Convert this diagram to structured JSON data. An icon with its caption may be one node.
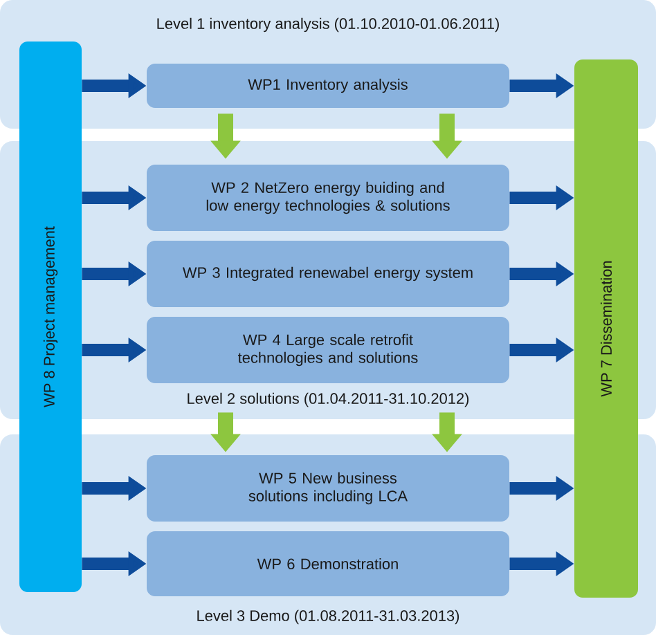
{
  "diagram": {
    "nodes": [
      {
        "text": [
          "Level 1 inventory analysis (01.10.2010-01.06.2011)"
        ]
      },
      {
        "text": [
          "Level 2 solutions (01.04.2011-31.10.2012)"
        ]
      },
      {
        "text": [
          "Level 3 Demo (01.08.2011-31.03.2013)"
        ]
      },
      {
        "text": [
          "WP 8 Project management"
        ]
      },
      {
        "text": [
          "WP 7 Dissemination"
        ]
      },
      {
        "text": [
          "WP1 Inventory analysis"
        ],
        "in": 0
      },
      {
        "text": [
          "WP 2 NetZero energy buiding and low energy technologies & solutions"
        ],
        "in": 1
      },
      {
        "text": [
          "WP 3 Integrated renewabel energy system"
        ],
        "in": 1
      },
      {
        "text": [
          "WP 4 Large scale retrofit technologies and solutions"
        ],
        "in": 1
      },
      {
        "text": [
          "WP 5 New business solutions including LCA"
        ],
        "in": 2
      },
      {
        "text": [
          "WP 6 Demonstration"
        ],
        "in": 2
      }
    ],
    "edges": [
      {
        "from": 3,
        "to": 5,
        "arrow": "to"
      },
      {
        "from": 5,
        "to": 4,
        "arrow": "to"
      },
      {
        "from": 5,
        "to": 6,
        "arrow": "to",
        "color": "#8dc63f"
      },
      {
        "from": 5,
        "to": 6,
        "arrow": "to",
        "color": "#8dc63f"
      },
      {
        "from": 3,
        "to": 6,
        "arrow": "to"
      },
      {
        "from": 6,
        "to": 4,
        "arrow": "to"
      },
      {
        "from": 3,
        "to": 7,
        "arrow": "to"
      },
      {
        "from": 7,
        "to": 4,
        "arrow": "to"
      },
      {
        "from": 3,
        "to": 8,
        "arrow": "to"
      },
      {
        "from": 8,
        "to": 4,
        "arrow": "to"
      },
      {
        "from": 1,
        "to": 9,
        "arrow": "to",
        "color": "#8dc63f"
      },
      {
        "from": 1,
        "to": 9,
        "arrow": "to",
        "color": "#8dc63f"
      },
      {
        "from": 3,
        "to": 9,
        "arrow": "to"
      },
      {
        "from": 9,
        "to": 4,
        "arrow": "to"
      },
      {
        "from": 3,
        "to": 10,
        "arrow": "to"
      },
      {
        "from": 10,
        "to": 4,
        "arrow": "to"
      }
    ]
  }
}
